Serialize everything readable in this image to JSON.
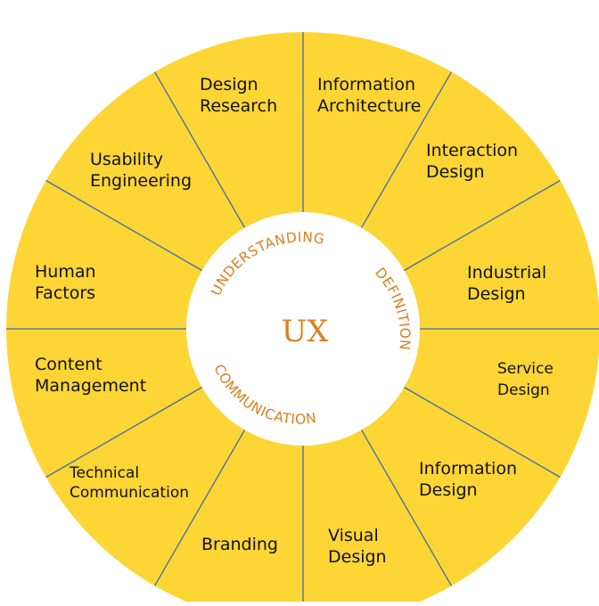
{
  "colors": {
    "wheel_fill": "#fdd535",
    "spoke": "#3d6fa8",
    "segment_text": "#111111",
    "ring_text": "#d8801f",
    "hub_fill": "#ffffff"
  },
  "center": {
    "label": "UX"
  },
  "ring_labels": {
    "understanding": "UNDERSTANDING",
    "definition": "DEFINITION",
    "communication": "COMMUNICATION"
  },
  "segments": [
    {
      "id": "design-research",
      "lines": [
        "Design",
        "Research"
      ]
    },
    {
      "id": "information-architecture",
      "lines": [
        "Information",
        "Architecture"
      ]
    },
    {
      "id": "interaction-design",
      "lines": [
        "Interaction",
        "Design"
      ]
    },
    {
      "id": "industrial-design",
      "lines": [
        "Industrial",
        "Design"
      ]
    },
    {
      "id": "service-design",
      "lines": [
        "Service",
        "Design"
      ]
    },
    {
      "id": "information-design",
      "lines": [
        "Information",
        "Design"
      ]
    },
    {
      "id": "visual-design",
      "lines": [
        "Visual",
        "Design"
      ]
    },
    {
      "id": "branding",
      "lines": [
        "Branding"
      ]
    },
    {
      "id": "technical-communication",
      "lines": [
        "Technical",
        "Communication"
      ]
    },
    {
      "id": "content-management",
      "lines": [
        "Content",
        "Management"
      ]
    },
    {
      "id": "human-factors",
      "lines": [
        "Human",
        "Factors"
      ]
    },
    {
      "id": "usability-engineering",
      "lines": [
        "Usability",
        "Engineering"
      ]
    }
  ]
}
